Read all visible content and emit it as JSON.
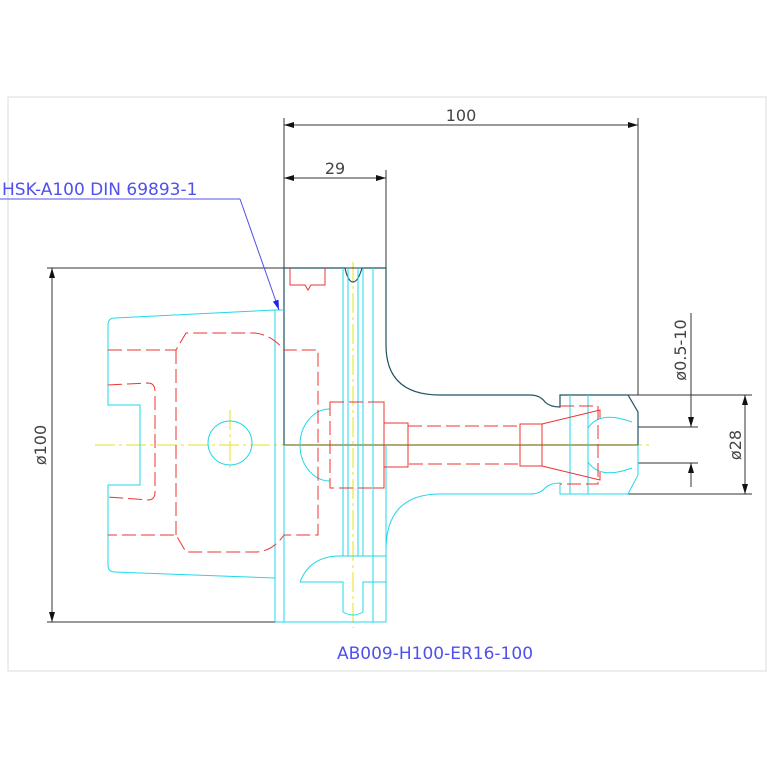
{
  "drawing": {
    "top_label": "HSK-A100 DIN 69893-1",
    "bottom_label": "AB009-H100-ER16-100",
    "dimensions": {
      "overall_length": "100",
      "flange_length": "29",
      "flange_diameter": "ø100",
      "clamping_range": "ø0.5-10",
      "nut_diameter": "ø28"
    }
  },
  "colors": {
    "outline": "#1f5560",
    "hidden": "#ee3333",
    "visible": "#22d8e8",
    "label": "#5050ee",
    "center": "#e8e020"
  }
}
